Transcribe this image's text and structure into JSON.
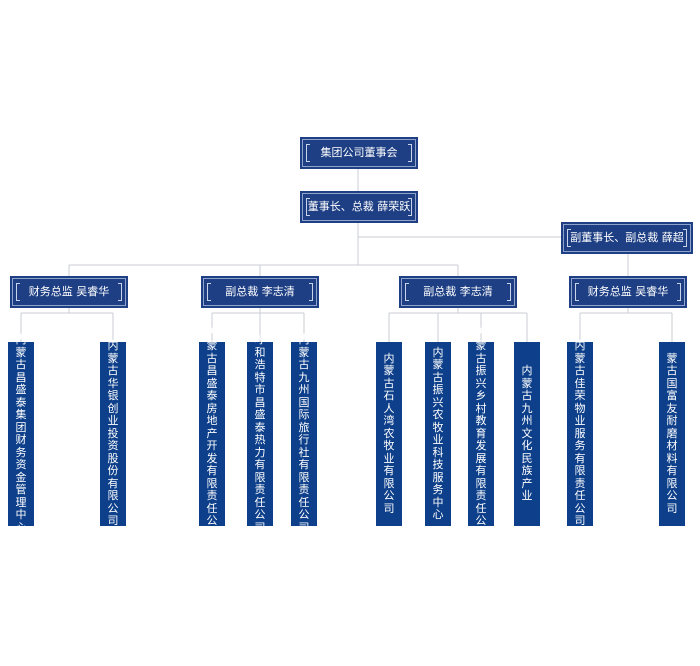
{
  "board": {
    "label": "集团公司董事会"
  },
  "chairman": {
    "label": "董事长、总裁  薛荣跃"
  },
  "vice_chairman": {
    "label": "副董事长、副总裁  薛超"
  },
  "branches": [
    {
      "label": "财务总监  吴睿华",
      "units": [
        "内蒙古昌盛泰集团财务资金管理中心",
        "内蒙古华银创业投资股份有限公司"
      ]
    },
    {
      "label": "副总裁  李志清",
      "units": [
        "内蒙古昌盛泰房地产开发有限责任公司",
        "呼和浩特市昌盛泰热力有限责任公司",
        "内蒙古九州国际旅行社有限责任公司"
      ]
    },
    {
      "label": "副总裁  李志清",
      "units": [
        "内蒙古石人湾农牧业有限公司",
        "内蒙古振兴农牧业科技服务中心",
        "内蒙古振兴乡村教育发展有限责任公司",
        "内蒙古九州文化民族产业"
      ]
    },
    {
      "label": "财务总监  吴睿华",
      "units": [
        "内蒙古佳荣物业服务有限责任公司",
        "蒙古国富友耐磨材料有限公司"
      ]
    }
  ]
}
